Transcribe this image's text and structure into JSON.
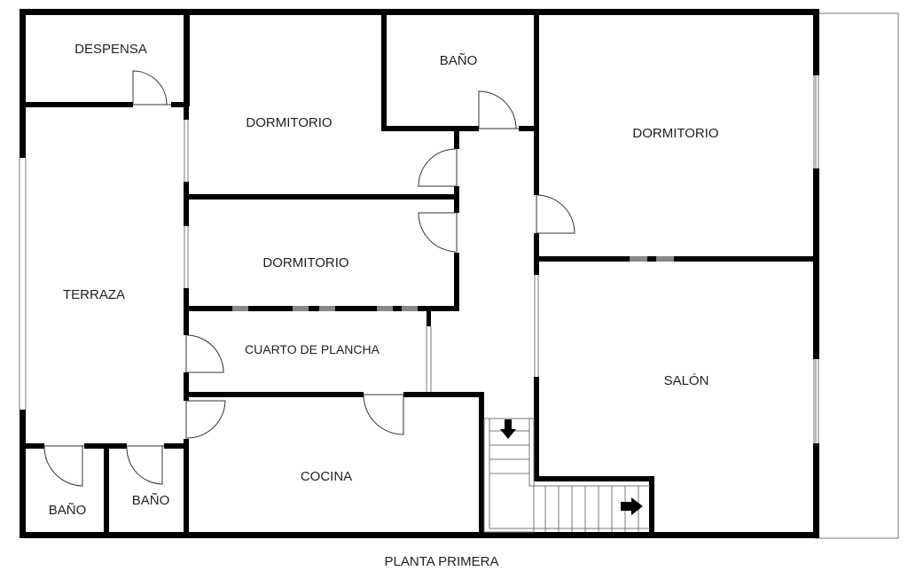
{
  "title": "PLANTA PRIMERA",
  "rooms": {
    "despensa": "DESPENSA",
    "dormitorio_1": "DORMITORIO",
    "bano_1": "BAÑO",
    "dormitorio_2": "DORMITORIO",
    "dormitorio_3": "DORMITORIO",
    "terraza": "TERRAZA",
    "cuarto_plancha": "CUARTO DE PLANCHA",
    "salon": "SALÓN",
    "cocina": "COCINA",
    "bano_2": "BAÑO",
    "bano_3": "BAÑO"
  }
}
